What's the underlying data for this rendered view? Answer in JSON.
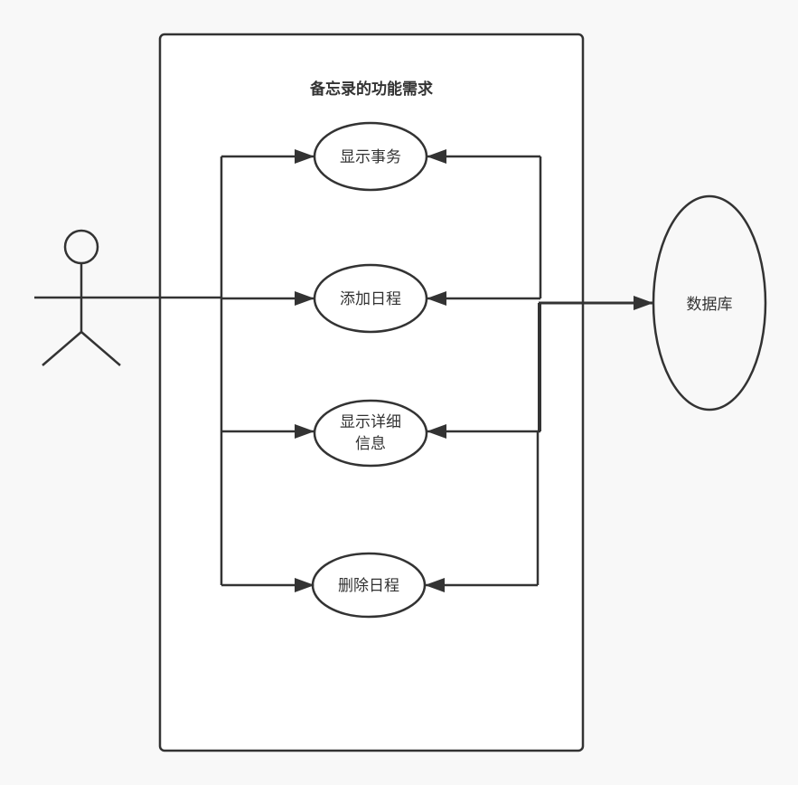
{
  "diagram": {
    "title": "备忘录的功能需求",
    "use_cases": [
      {
        "label": "显示事务"
      },
      {
        "label": "添加日程"
      },
      {
        "label_line1": "显示详细",
        "label_line2": "信息"
      },
      {
        "label": "删除日程"
      }
    ],
    "database": {
      "label": "数据库"
    },
    "colors": {
      "stroke": "#333333",
      "background": "#f8f8f8",
      "fill": "#ffffff"
    }
  }
}
